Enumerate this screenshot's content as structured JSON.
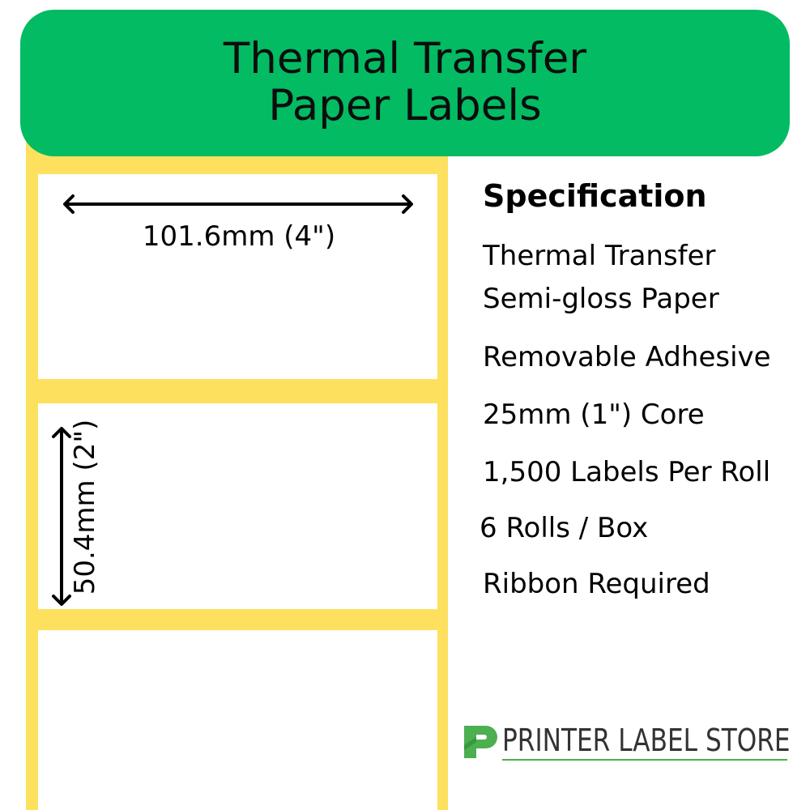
{
  "banner": {
    "title_line1": "Thermal Transfer",
    "title_line2": "Paper Labels",
    "color": "#03bb62"
  },
  "diagram": {
    "backing_color": "#fde05e",
    "label_color": "#ffffff",
    "width_dimension": "101.6mm (4\")",
    "height_dimension": "50.4mm (2\")",
    "label_count_visible": 3
  },
  "specification": {
    "title": "Specification",
    "items": [
      "Thermal Transfer",
      "Semi-gloss Paper",
      "Removable Adhesive",
      "25mm (1\") Core",
      "1,500 Labels Per Roll",
      "6 Rolls / Box",
      "Ribbon Required"
    ]
  },
  "brand": {
    "name": "PRINTER LABEL STORE",
    "icon": "p-logo-icon",
    "accent": "#4caf50"
  }
}
